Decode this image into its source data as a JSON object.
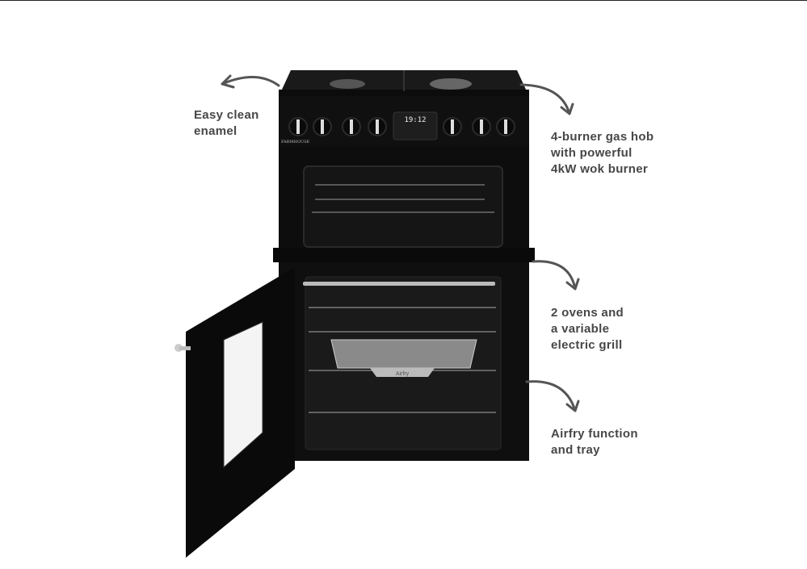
{
  "product": {
    "brand": "FARMHOUSE",
    "clock_display": "19:12",
    "tray_mark": "Airfry"
  },
  "callouts": [
    {
      "id": "enamel",
      "text": "Easy clean\nenamel"
    },
    {
      "id": "hob",
      "text": "4-burner gas hob\nwith powerful\n4kW wok burner"
    },
    {
      "id": "ovens",
      "text": "2 ovens and\na variable\nelectric grill"
    },
    {
      "id": "airfry",
      "text": "Airfry function\nand tray"
    }
  ],
  "colors": {
    "text": "#474747",
    "arrow": "#555555",
    "cooker": "#111111"
  }
}
